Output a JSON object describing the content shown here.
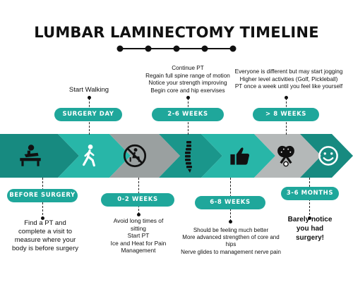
{
  "title": "LUMBAR LAMINECTOMY TIMELINE",
  "colors": {
    "teal_dark": "#178a80",
    "teal": "#1fa79b",
    "teal_light": "#28b6a8",
    "gray": "#9aa0a0",
    "gray_light": "#b4b8b8",
    "ink": "#111111"
  },
  "icons": [
    "physiotherapy-table-icon",
    "walking-person-icon",
    "no-sitting-icon",
    "spine-icon",
    "thumbs-up-icon",
    "pickleball-paddles-icon",
    "smiley-face-icon"
  ],
  "stages": {
    "before_surgery": {
      "label": "BEFORE SURGERY",
      "notes": [
        "Find a PT and",
        "complete a visit to",
        "measure where your",
        "body is before surgery"
      ]
    },
    "surgery_day": {
      "label": "SURGERY DAY",
      "notes": [
        "Start Walking"
      ]
    },
    "weeks_0_2": {
      "label": "0-2 WEEKS",
      "notes": [
        "Avoid long times of",
        "sitting",
        "Start PT",
        "Ice and Heat for Pain",
        "Management"
      ]
    },
    "weeks_2_6": {
      "label": "2-6 WEEKS",
      "notes": [
        "Continue PT",
        "Regain full spine range of motion",
        "Notice your strength improving",
        "Begin core and hip exervises"
      ]
    },
    "weeks_6_8": {
      "label": "6-8 WEEKS",
      "notes": [
        "Should be feeling much  better",
        "More advanced strengthen of core and",
        "hips",
        "Nerve glides to management nerve pain"
      ]
    },
    "weeks_8_plus": {
      "label": "> 8 WEEKS",
      "notes": [
        "Everyone is different but may start jogging",
        "Higher level activities (Golf, Pickleball)",
        "PT once a week until you feel like yourself"
      ]
    },
    "months_3_6": {
      "label": "3-6 MONTHS",
      "notes": [
        "Barely notice",
        "you had",
        "surgery!"
      ]
    }
  }
}
